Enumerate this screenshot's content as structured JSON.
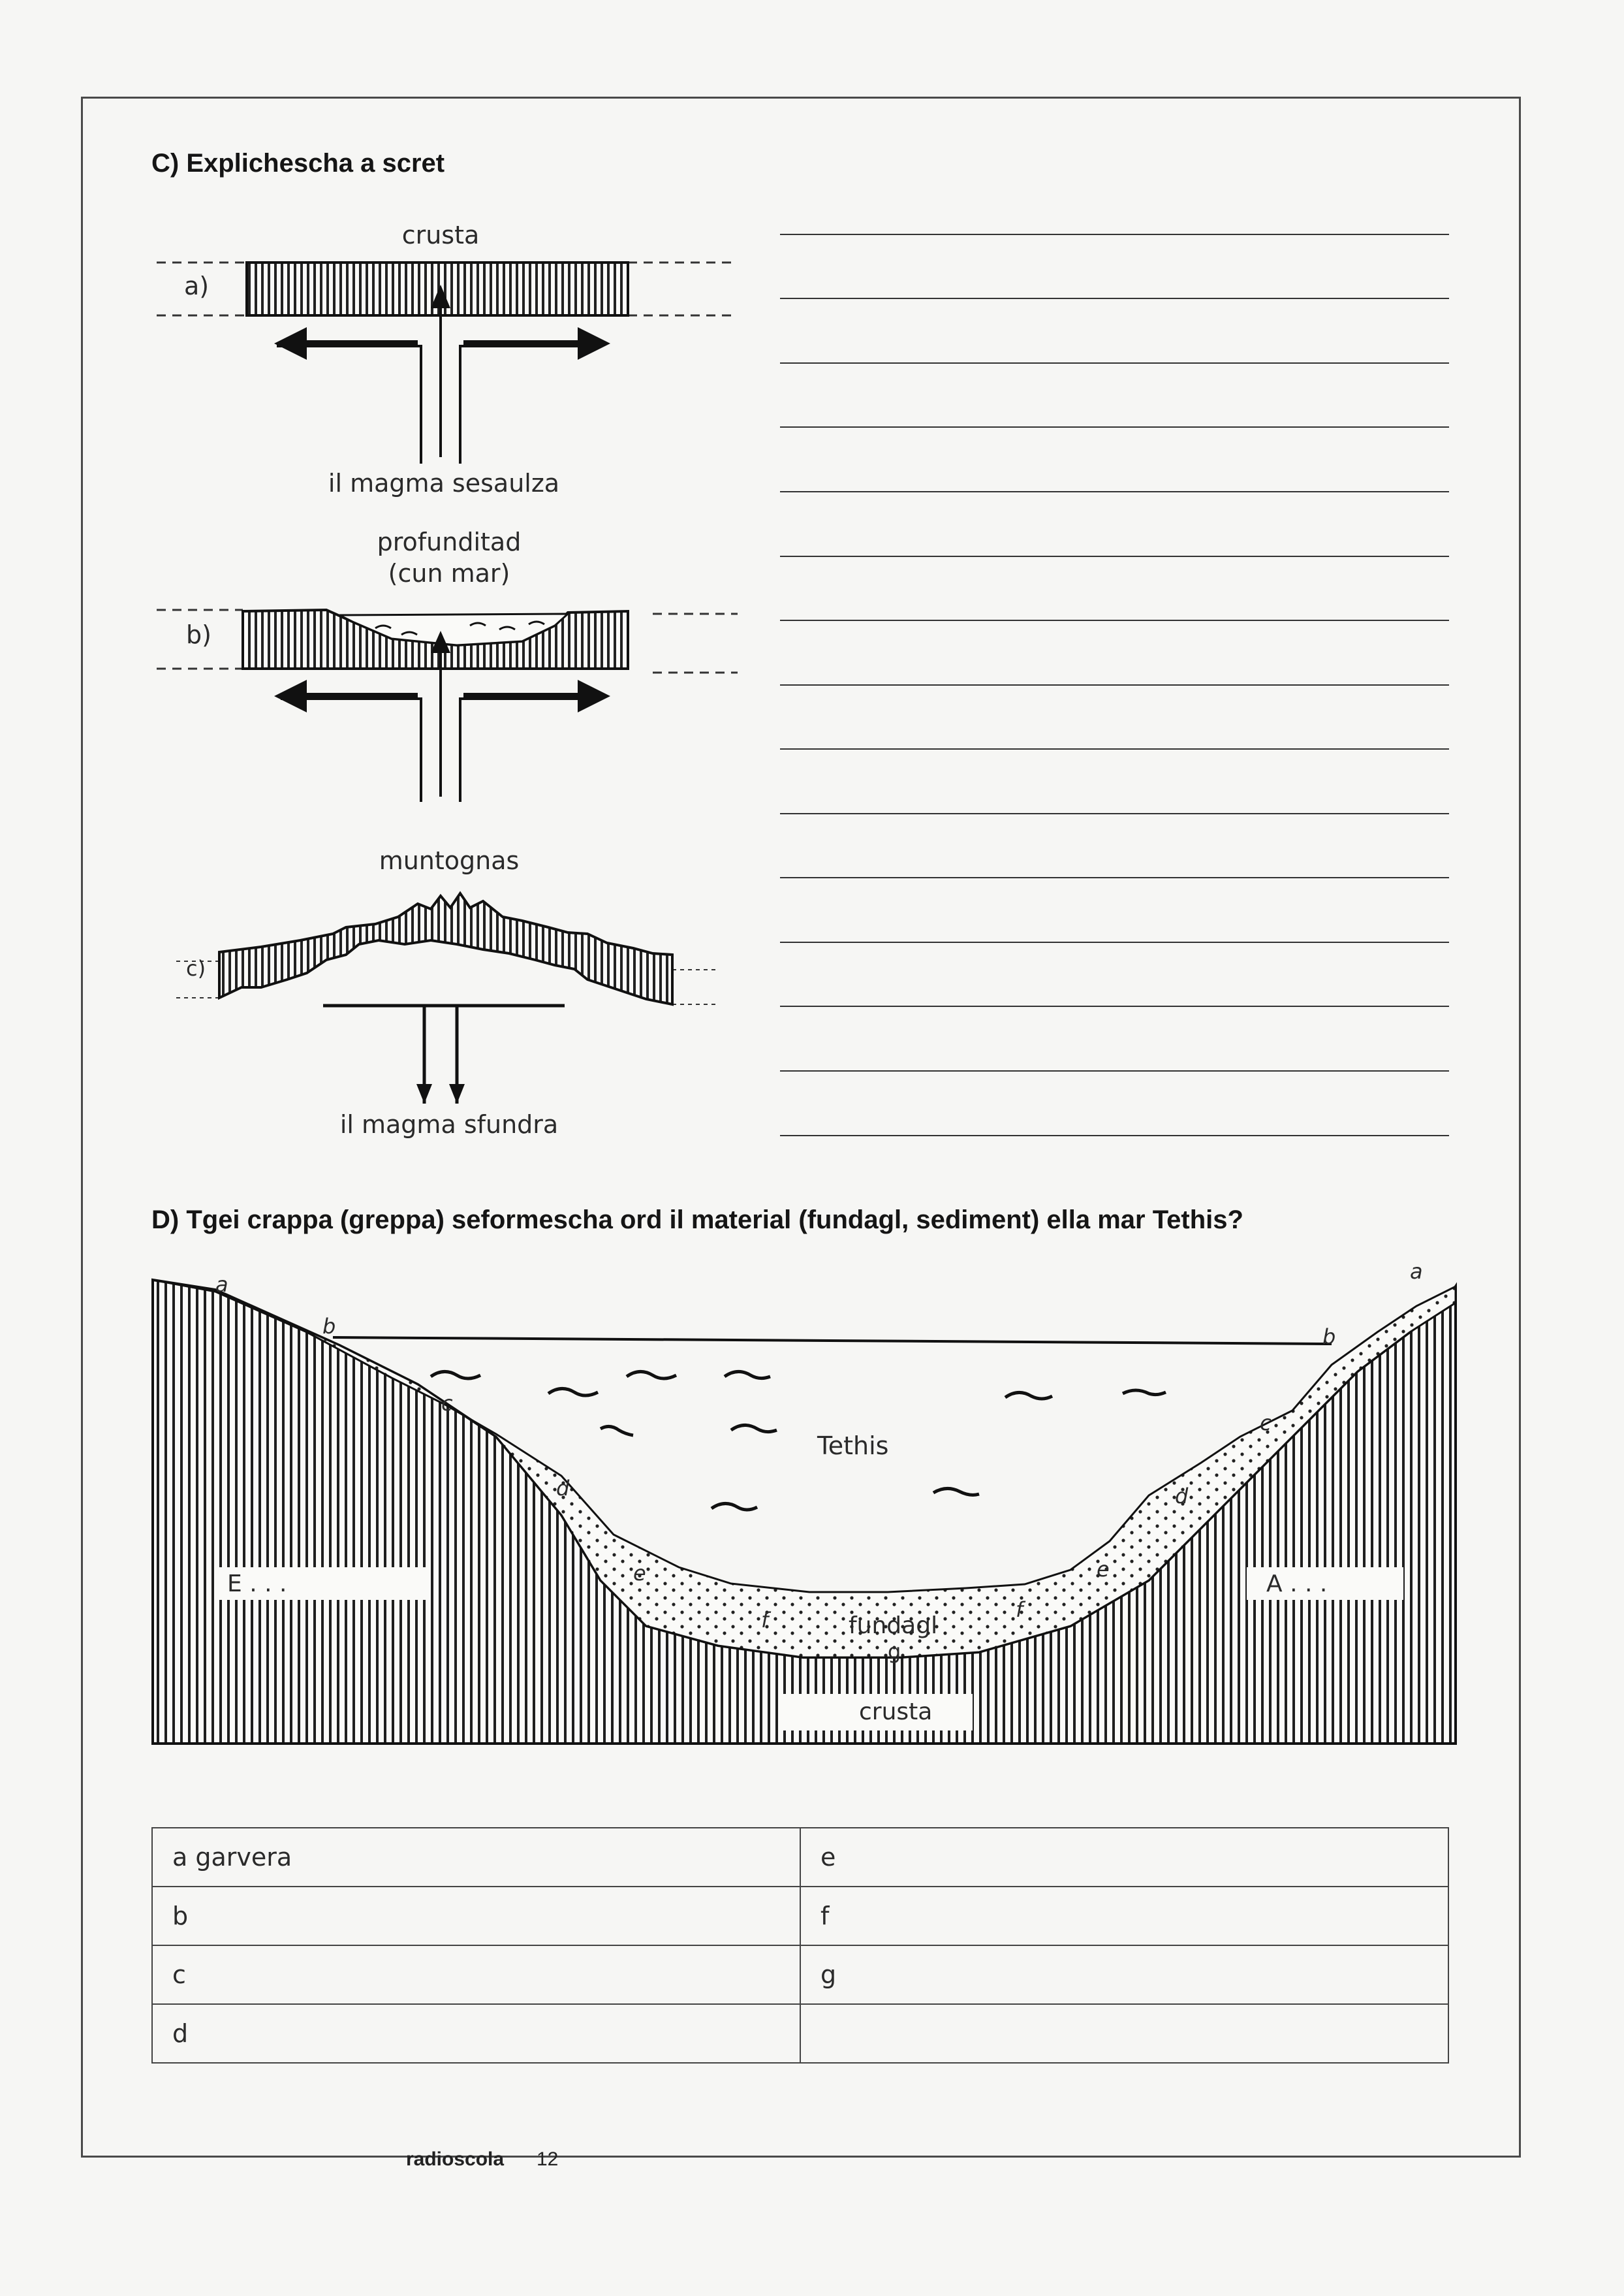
{
  "section_c": {
    "heading": "C) Explichescha a scret",
    "diagram_a": {
      "letter": "a)",
      "label_top": "crusta",
      "label_bottom": "il magma sesaulza"
    },
    "diagram_b": {
      "letter": "b)",
      "label_top_1": "profunditad",
      "label_top_2": "(cun mar)"
    },
    "diagram_c": {
      "letter": "c)",
      "label_top": "muntognas",
      "label_bottom": "il magma sfundra"
    },
    "writing_lines": 15
  },
  "section_d": {
    "heading": "D) Tgei crappa (greppa) seformescha ord il material (fundagl, sediment) ella mar Tethis?",
    "cross_section": {
      "sea_label": "Tethis",
      "floor_label": "fundagl",
      "crust_label": "crusta",
      "left_label": "E . . .",
      "right_label": "A . . .",
      "layer_letters": [
        "a",
        "b",
        "c",
        "d",
        "e",
        "f",
        "g"
      ]
    },
    "table": [
      [
        "a  garvera",
        "e"
      ],
      [
        "b",
        "f"
      ],
      [
        "c",
        "g"
      ],
      [
        "d",
        ""
      ]
    ]
  },
  "footer": {
    "brand": "radioscola",
    "page": "12"
  }
}
